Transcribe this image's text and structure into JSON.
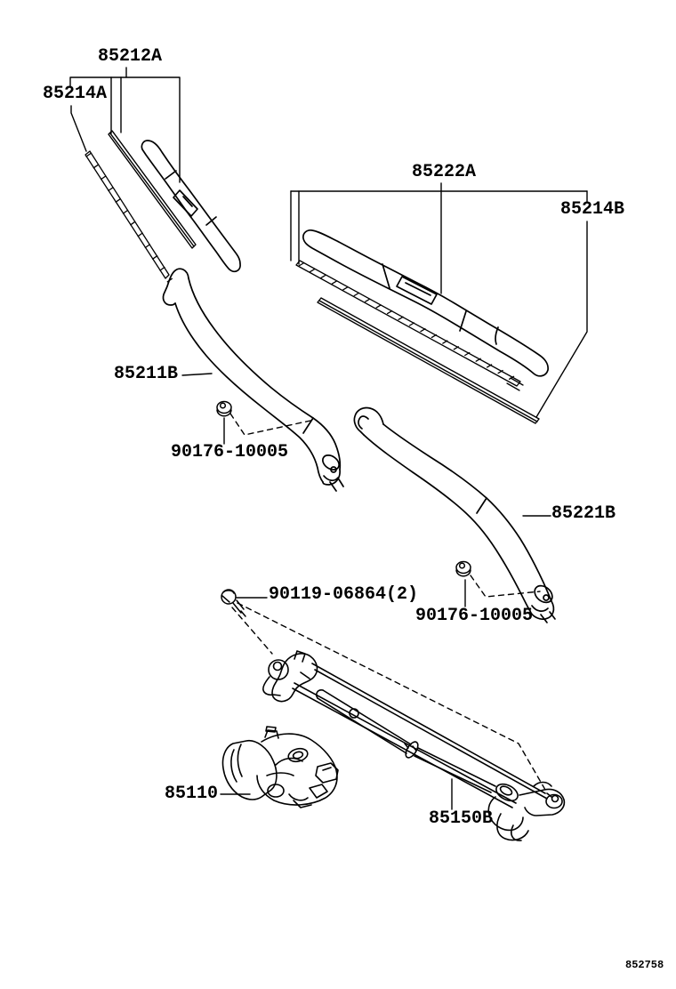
{
  "diagram": {
    "figure_code": "852758",
    "callouts": {
      "blade_left": "85212A",
      "blade_refill_left": "85214A",
      "blade_right": "85222A",
      "blade_refill_right": "85214B",
      "arm_left": "85211B",
      "arm_right": "85221B",
      "arm_left_nut": "90176-10005",
      "arm_right_nut": "90176-10005",
      "link_bolt": "90119-06864(2)",
      "motor": "85110",
      "link": "85150B"
    }
  }
}
